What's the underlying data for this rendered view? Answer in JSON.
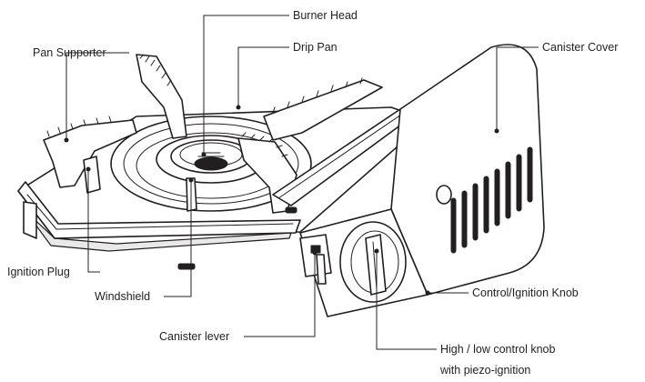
{
  "labels": {
    "burner_head": "Burner Head",
    "drip_pan": "Drip Pan",
    "pan_supporter": "Pan Supporter",
    "canister_cover": "Canister Cover",
    "ignition_plug": "Ignition Plug",
    "windshield": "Windshield",
    "canister_lever": "Canister lever",
    "control_ignition_knob": "Control/Ignition Knob",
    "high_low_knob_line1": "High / low control knob",
    "high_low_knob_line2": "with piezo-ignition"
  }
}
